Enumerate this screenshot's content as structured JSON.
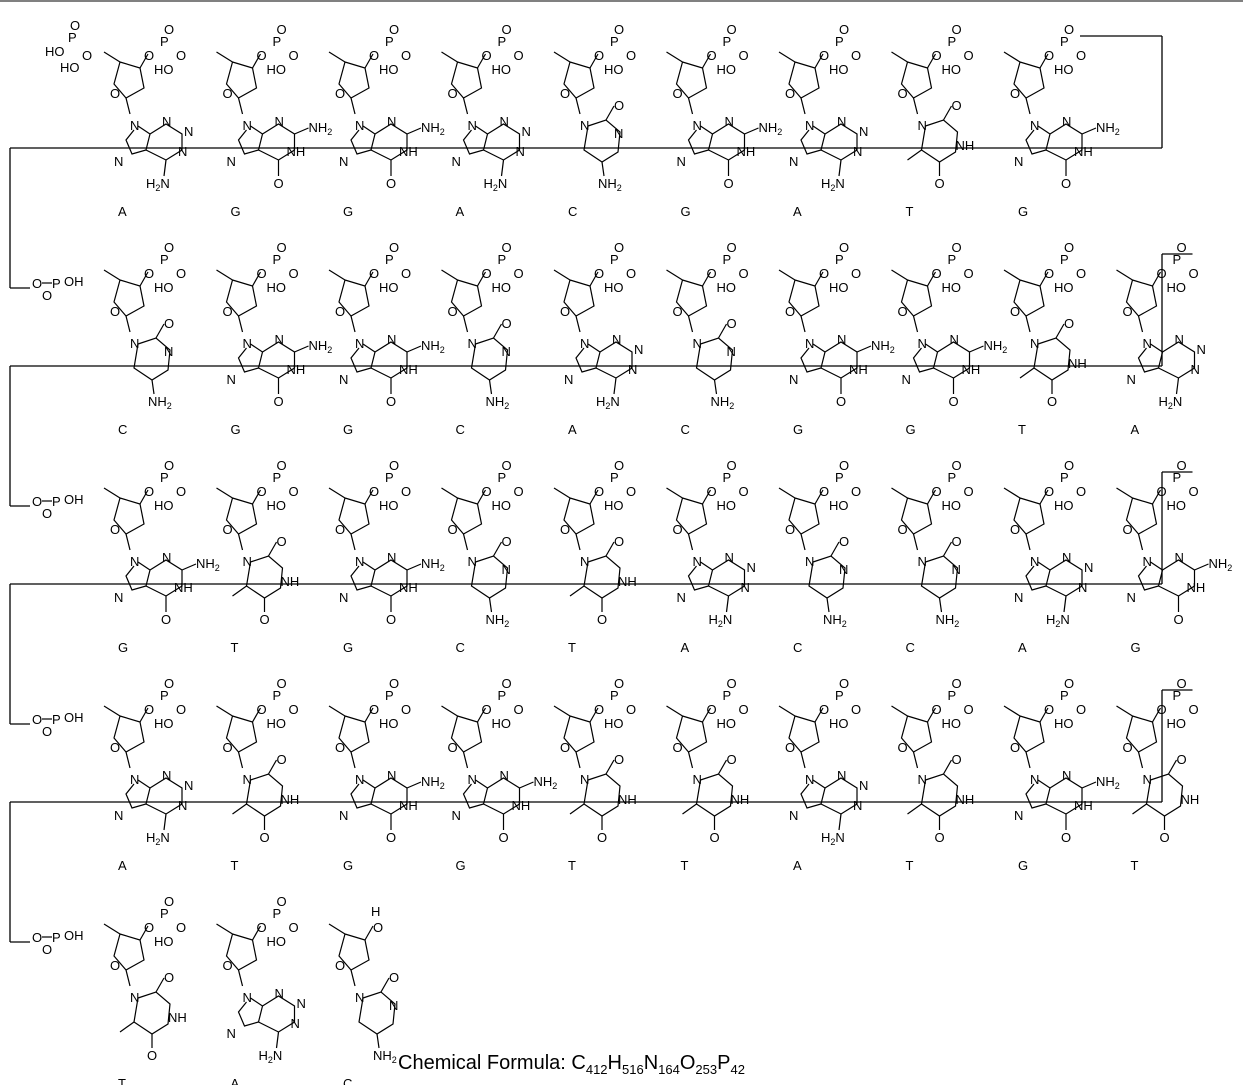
{
  "diagram": {
    "rows": [
      [
        "A",
        "G",
        "G",
        "A",
        "C",
        "G",
        "A",
        "T",
        "G"
      ],
      [
        "C",
        "G",
        "G",
        "C",
        "A",
        "C",
        "G",
        "G",
        "T",
        "A"
      ],
      [
        "G",
        "T",
        "G",
        "C",
        "T",
        "A",
        "C",
        "C",
        "A",
        "G"
      ],
      [
        "A",
        "T",
        "G",
        "G",
        "T",
        "T",
        "A",
        "T",
        "G",
        "T"
      ],
      [
        "T",
        "A",
        "C"
      ]
    ],
    "atoms": {
      "phosphate_head": "HO",
      "hydroxy": "HO",
      "P": "P",
      "O": "O",
      "N": "N",
      "NH": "NH",
      "NH2": "NH2",
      "H2N": "H2N",
      "OH": "OH",
      "H": "H"
    }
  },
  "formula": {
    "prefix": "Chemical Formula: ",
    "parts": [
      {
        "el": "C",
        "n": "412"
      },
      {
        "el": "H",
        "n": "516"
      },
      {
        "el": "N",
        "n": "164"
      },
      {
        "el": "O",
        "n": "253"
      },
      {
        "el": "P",
        "n": "42"
      }
    ]
  }
}
